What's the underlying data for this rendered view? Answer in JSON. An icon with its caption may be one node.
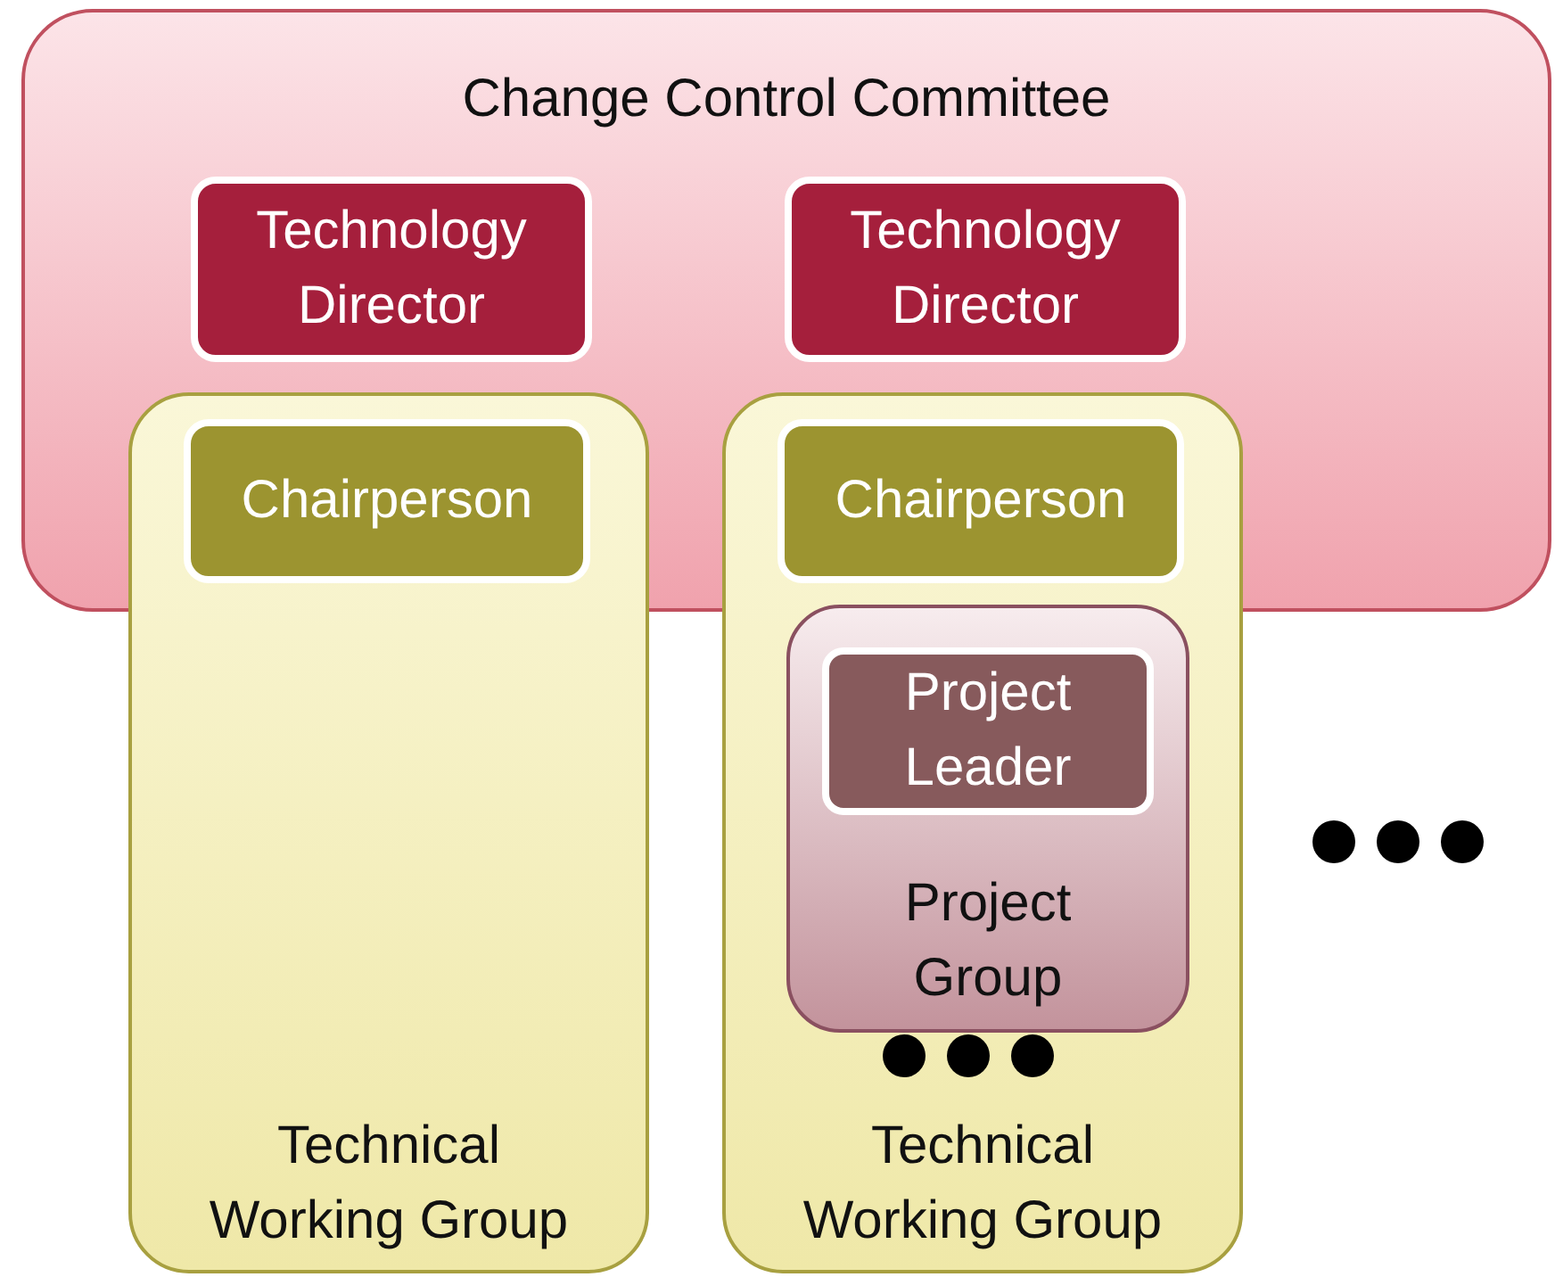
{
  "diagram": {
    "nodes": [
      {
        "text": [
          "Change Control Committee"
        ]
      },
      {
        "text": [
          "Technology Director"
        ],
        "in": 0
      },
      {
        "text": [
          "Technology Director"
        ],
        "in": 0
      },
      {
        "text": [
          "Technical Working Group"
        ]
      },
      {
        "text": [
          "Chairperson"
        ]
      },
      {
        "text": [
          "Technical Working Group"
        ]
      },
      {
        "text": [
          "Chairperson"
        ]
      },
      {
        "text": [
          "Project Group"
        ],
        "in": 5
      },
      {
        "text": [
          "Project Leader"
        ],
        "in": 7
      }
    ]
  }
}
